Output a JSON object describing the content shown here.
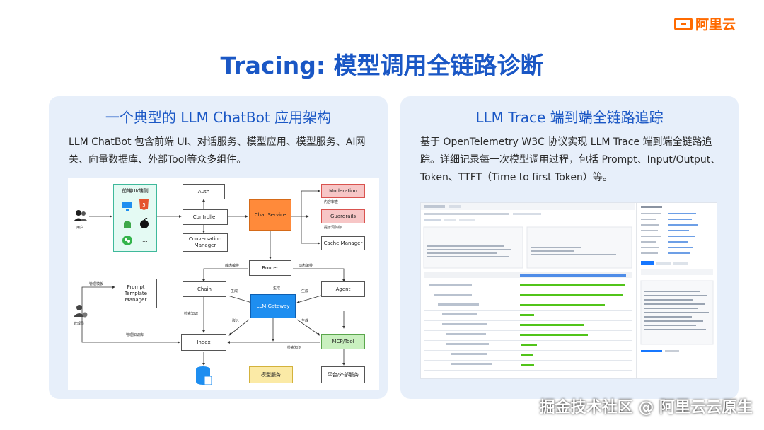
{
  "brand": {
    "logo_text": "阿里云",
    "accent": "#ff6a00"
  },
  "title": "Tracing: 模型调用全链路诊断",
  "left_panel": {
    "title": "一个典型的 LLM ChatBot 应用架构",
    "description": "LLM ChatBot 包含前端 UI、对话服务、模型应用、模型服务、AI网关、向量数据库、外部Tool等众多组件。"
  },
  "right_panel": {
    "title": "LLM Trace 端到端全链路追踪",
    "description": "基于 OpenTelemetry W3C 协议实现 LLM Trace 端到端全链路追踪。详细记录每一次模型调用过程，包括 Prompt、Input/Output、Token、TTFT（Time to first Token）等。"
  },
  "diagram": {
    "frontend_title": "前端UI/端侧",
    "frontend_more": "...",
    "user_label": "用户",
    "admin_label": "管理员",
    "nodes": {
      "auth": "Auth",
      "controller": "Controller",
      "conversation_manager": "Conversation Manager",
      "chat_service": "Chat Service",
      "moderation": "Moderation",
      "guardrails": "Guardrails",
      "cache_manager": "Cache Manager",
      "router": "Router",
      "chain": "Chain",
      "agent": "Agent",
      "prompt_manager": "Prompt Template Manager",
      "llm_gateway": "LLM Gateway",
      "index": "Index",
      "mcp_tool": "MCP/Tool",
      "model_service": "模型服务",
      "platform_service": "平台/外部服务"
    },
    "edge_labels": {
      "content_review": "内容审查",
      "prompt_guard": "提示词防御",
      "static_orchestration": "静态编排",
      "dynamic_orchestration": "动态编排",
      "manage_templates": "管理模板",
      "generate_1": "生成",
      "generate_2": "生成",
      "generate_3": "生成",
      "generate_4": "生成",
      "retrieve_knowledge_1": "检索知识",
      "retrieve_knowledge_2": "检索知识",
      "embed": "嵌入",
      "manage_kb": "管理知识库"
    }
  },
  "footer": "掘金技术社区 @ 阿里云云原生"
}
